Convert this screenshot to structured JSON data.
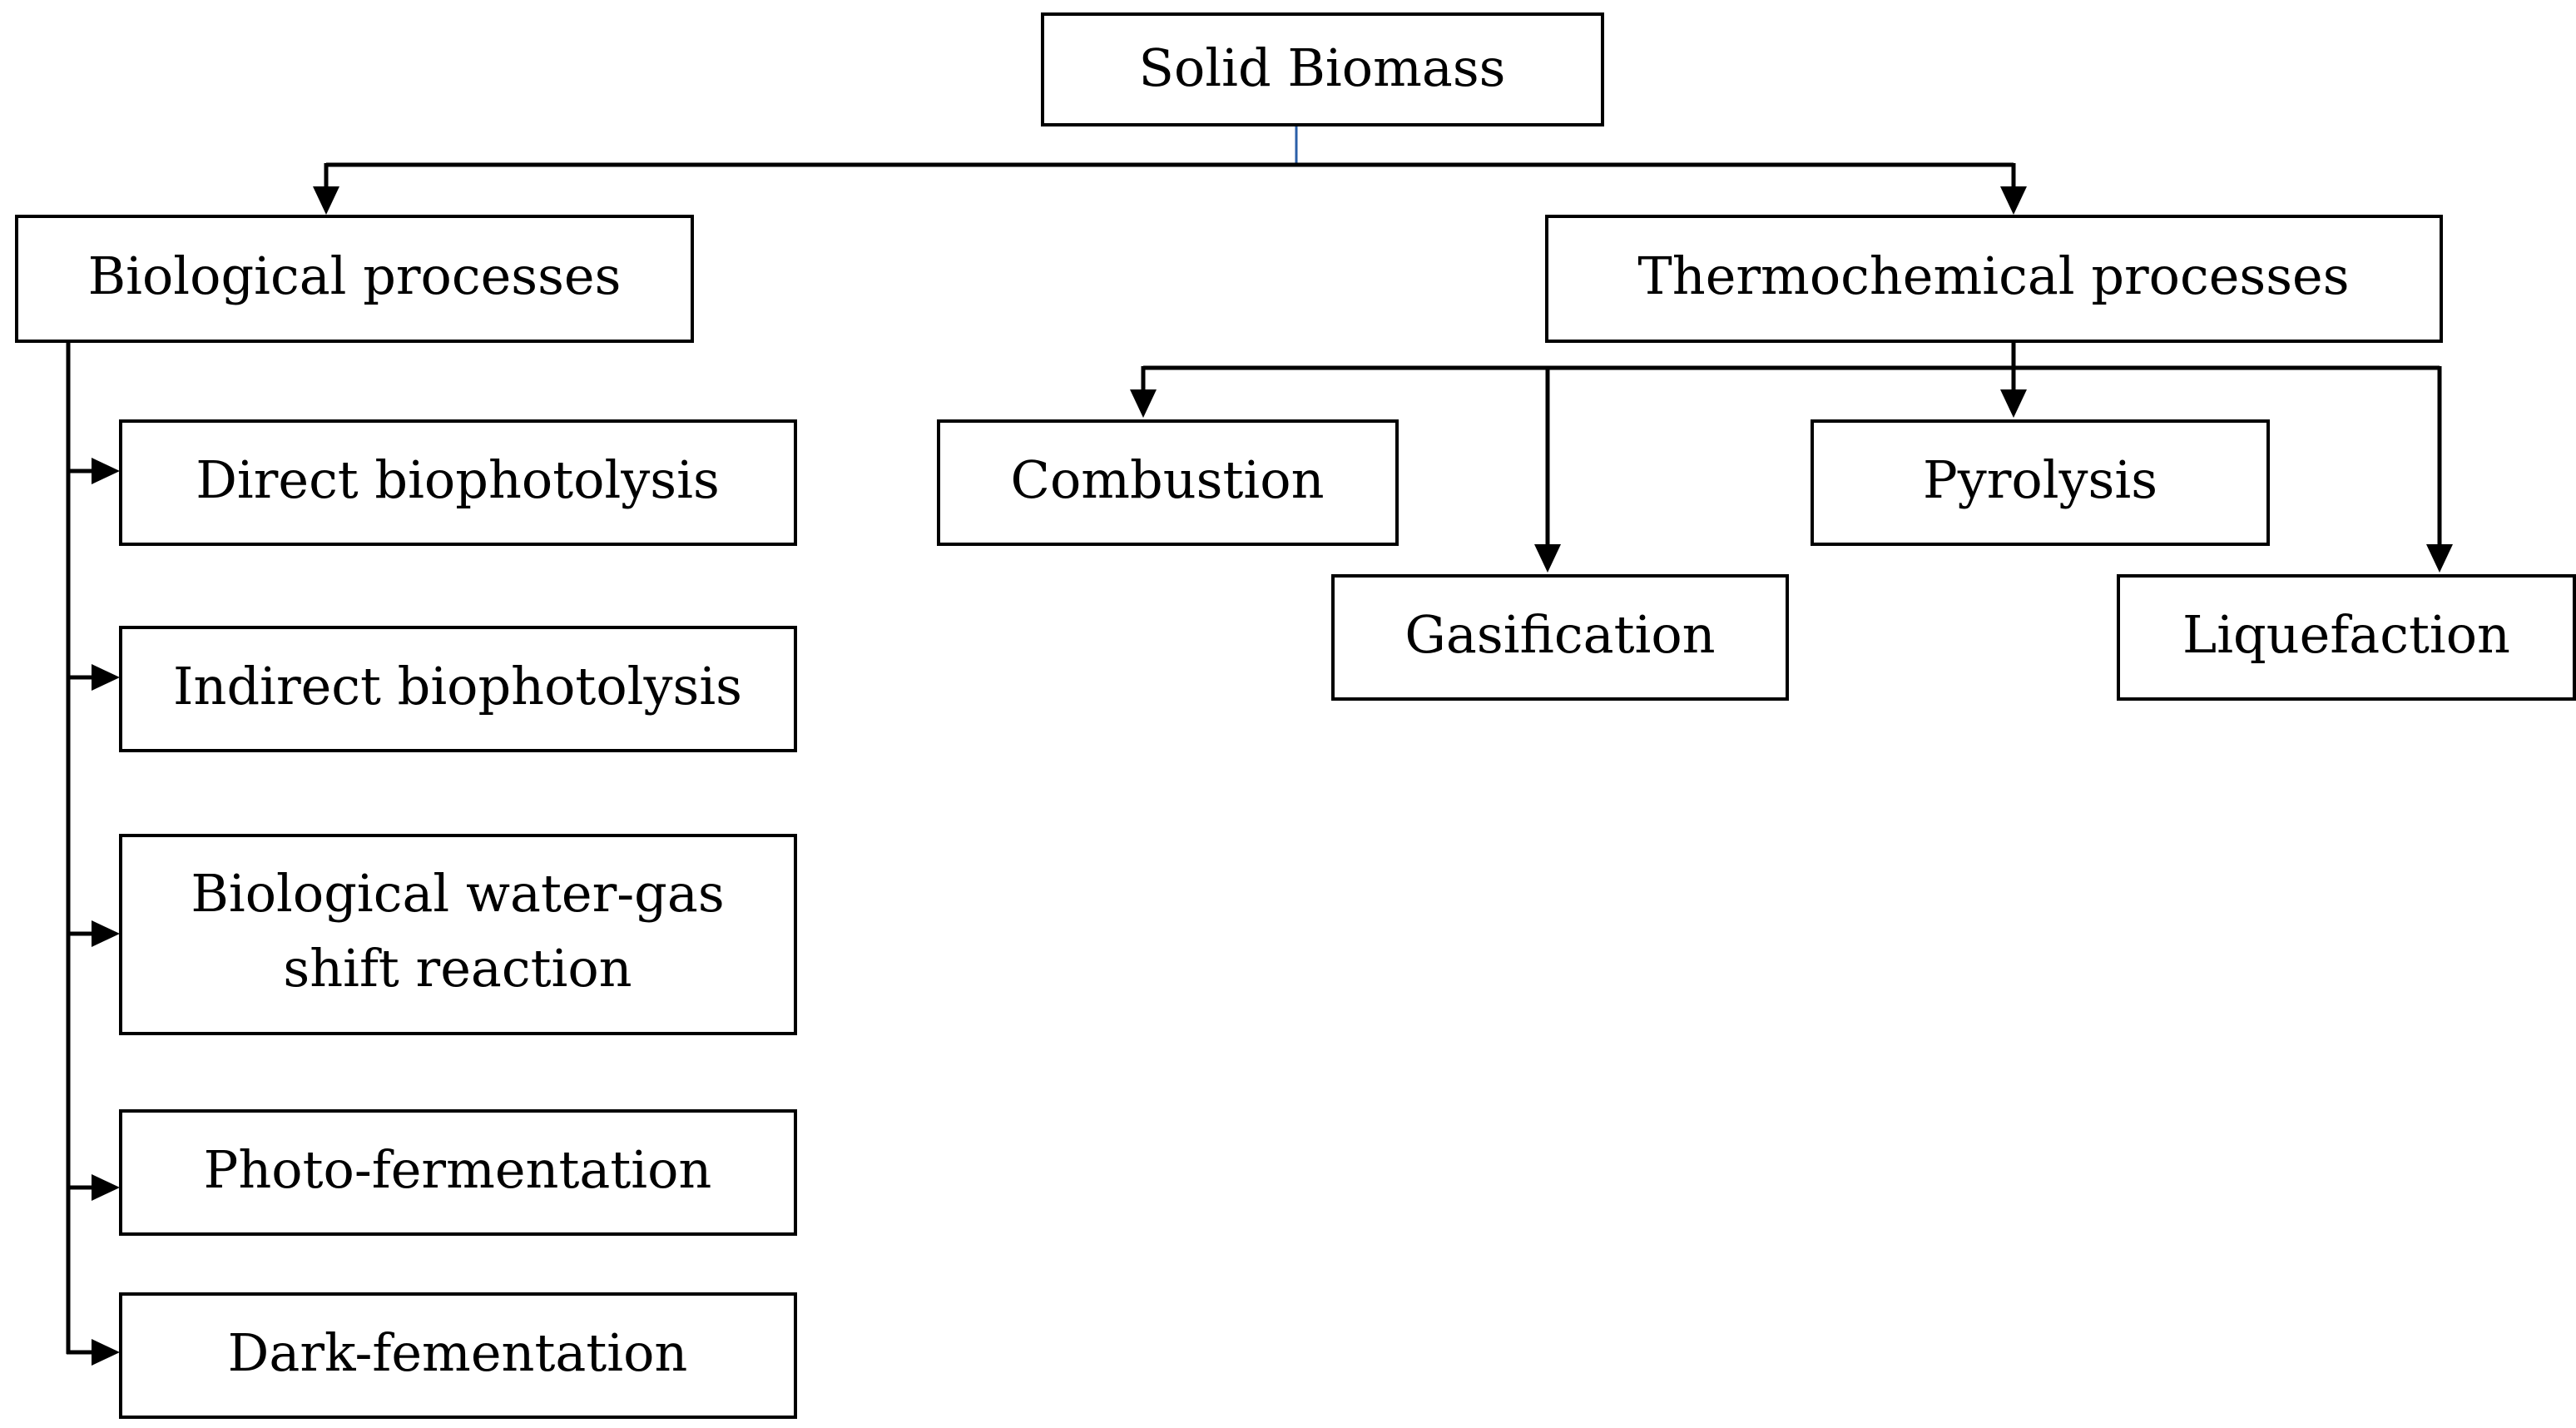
{
  "diagram": {
    "root": {
      "label": "Solid Biomass"
    },
    "branches": [
      {
        "label": "Biological processes",
        "children": [
          "Direct biophotolysis",
          "Indirect biophotolysis",
          "Biological water-gas shift reaction",
          "Photo-fermentation",
          "Dark-fementation"
        ]
      },
      {
        "label": "Thermochemical processes",
        "children": [
          "Combustion",
          "Gasification",
          "Pyrolysis",
          "Liquefaction"
        ]
      }
    ]
  }
}
